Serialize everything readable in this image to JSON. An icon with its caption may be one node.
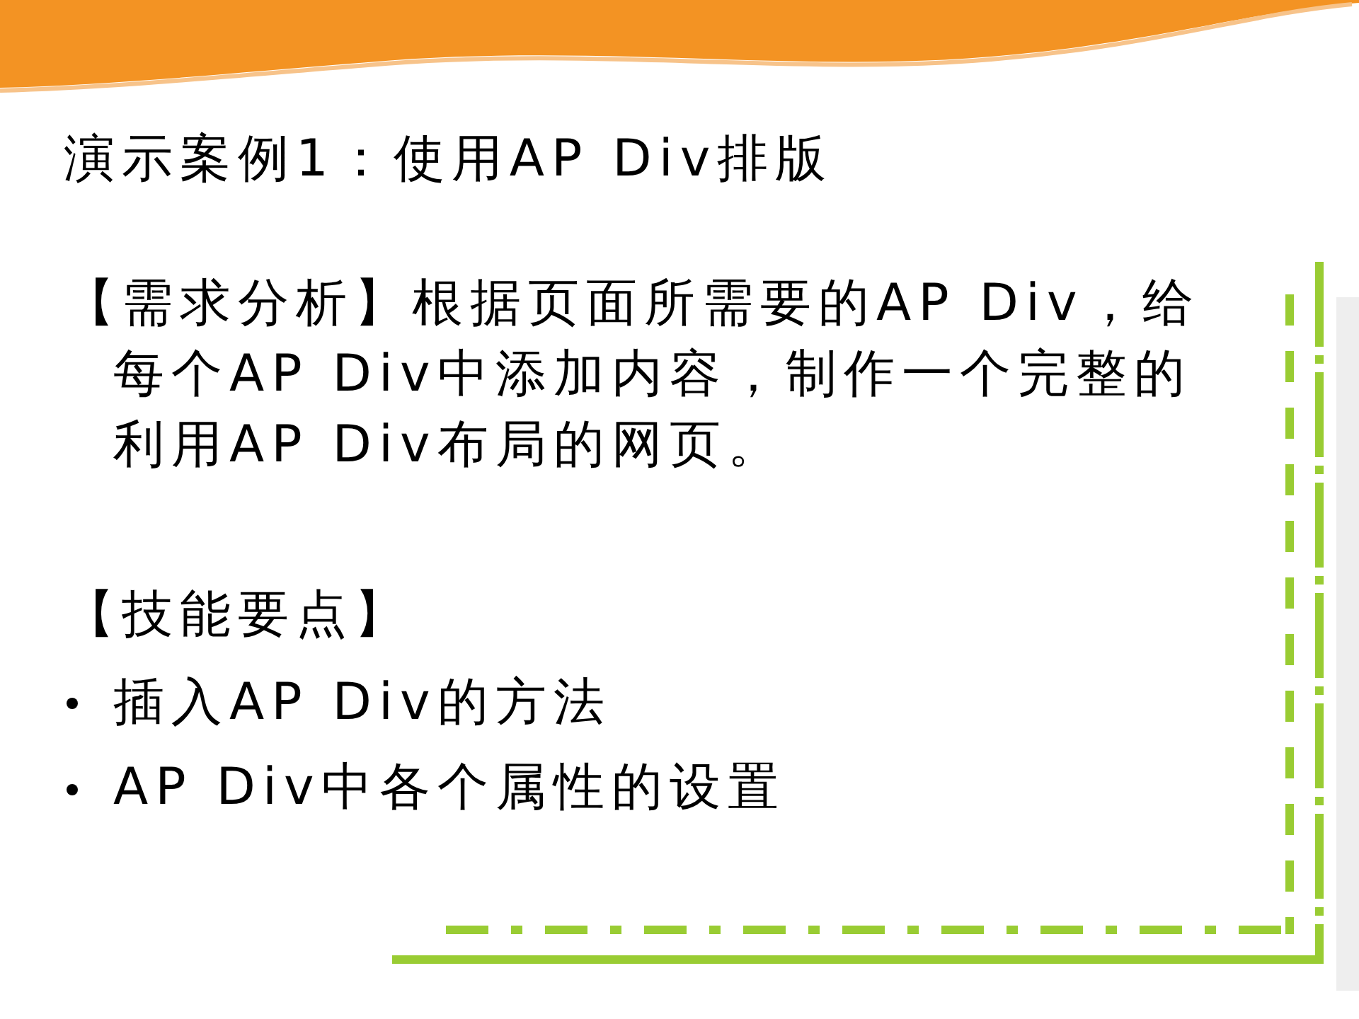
{
  "diagram": {
    "title": "演示案例1：使用AP Div排版",
    "labels": [
      "【需求分析】根据页面所需要的AP Div，给每个AP Div中添加内容，制作一个完整的利用AP Div布局的网页。",
      "【技能要点】",
      "插入AP Div的方法",
      "AP Div中各个属性的设置"
    ]
  }
}
